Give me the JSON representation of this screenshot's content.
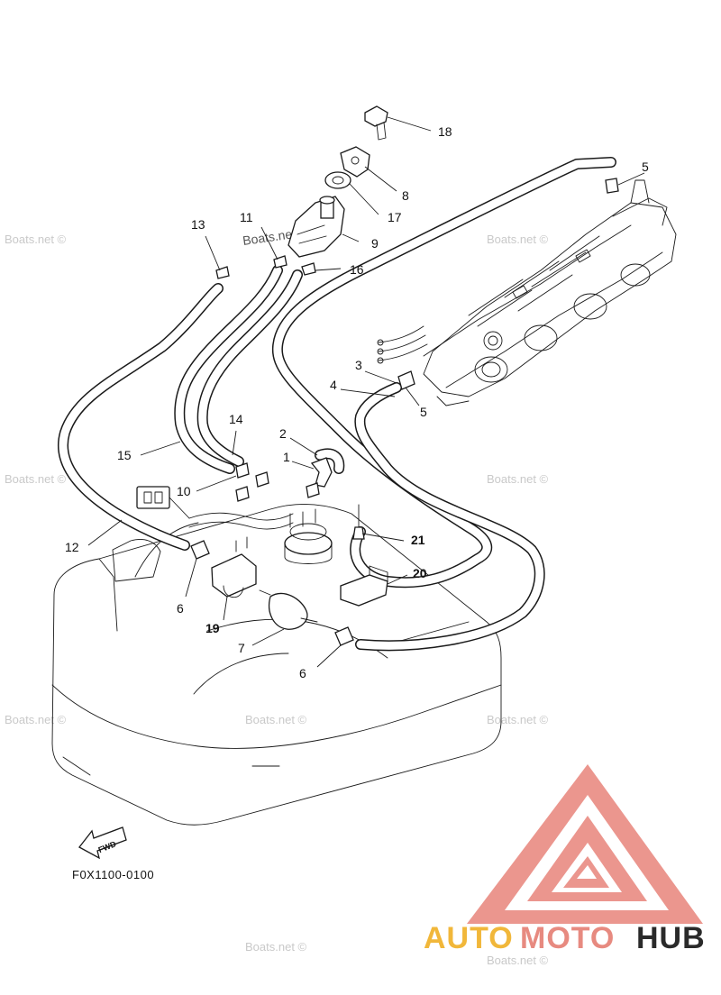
{
  "callouts": [
    {
      "id": "c18",
      "text": "18"
    },
    {
      "id": "c8",
      "text": "8"
    },
    {
      "id": "c17",
      "text": "17"
    },
    {
      "id": "c9",
      "text": "9"
    },
    {
      "id": "c16",
      "text": "16"
    },
    {
      "id": "c11",
      "text": "11"
    },
    {
      "id": "c13",
      "text": "13"
    },
    {
      "id": "c5a",
      "text": "5"
    },
    {
      "id": "c3",
      "text": "3"
    },
    {
      "id": "c4",
      "text": "4"
    },
    {
      "id": "c5b",
      "text": "5"
    },
    {
      "id": "c14",
      "text": "14"
    },
    {
      "id": "c15",
      "text": "15"
    },
    {
      "id": "c2",
      "text": "2"
    },
    {
      "id": "c1",
      "text": "1"
    },
    {
      "id": "c10",
      "text": "10"
    },
    {
      "id": "c21",
      "text": "21"
    },
    {
      "id": "c12",
      "text": "12"
    },
    {
      "id": "c20",
      "text": "20"
    },
    {
      "id": "c6a",
      "text": "6"
    },
    {
      "id": "c19",
      "text": "19"
    },
    {
      "id": "c7",
      "text": "7"
    },
    {
      "id": "c6b",
      "text": "6"
    }
  ],
  "fwd_label": "FWD",
  "diagram_code": "F0X1100-0100",
  "watermark_text": "Boats.net ©",
  "watermark_inline": "Boats.net",
  "brand": {
    "part1": "AUTO",
    "part2": "MOTO",
    "part3": "HUB"
  },
  "colors": {
    "brand_yellow": "#f1b73a",
    "brand_red": "#e78a80",
    "brand_dark": "#2a2a2a",
    "watermark": "#c9c9c9"
  },
  "icons": [
    "fwd-arrow-icon",
    "automotohub-logo-icon"
  ]
}
